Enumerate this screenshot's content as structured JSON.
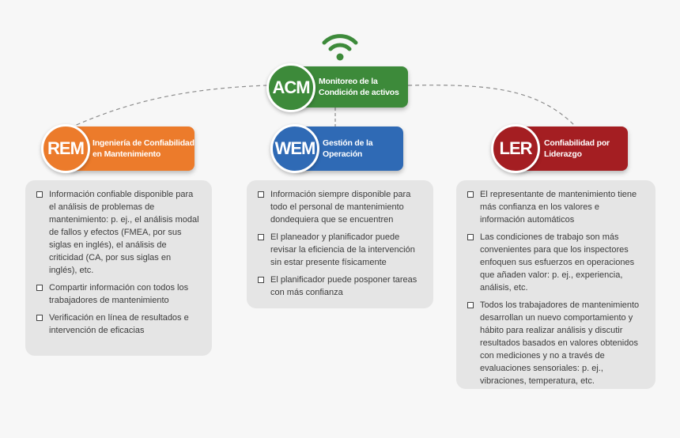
{
  "acm": {
    "abbr": "ACM",
    "label": "Monitoreo de la Condición de activos",
    "color": "#3d8a3a"
  },
  "rem": {
    "abbr": "REM",
    "label": "Ingeniería de Confiabilidad en Mantenimiento",
    "color": "#ec7b2b",
    "items": [
      "Información confiable disponible para el análisis de problemas de mantenimiento: p. ej., el análisis modal de fallos y efectos (FMEA, por sus siglas en inglés), el análisis de criticidad (CA, por sus siglas en inglés), etc.",
      "Compartir información con todos los trabajadores de mantenimiento",
      "Verificación en línea de resultados e intervención de eficacias"
    ]
  },
  "wem": {
    "abbr": "WEM",
    "label": "Gestión de la Operación",
    "color": "#2f6ab5",
    "items": [
      "Información siempre disponible para todo el personal de mantenimiento dondequiera que se encuentren",
      "El planeador y planificador puede revisar la eficiencia de la intervención sin estar presente físicamente",
      "El planificador puede posponer tareas con más confianza"
    ]
  },
  "ler": {
    "abbr": "LER",
    "label": "Confiabilidad por Liderazgo",
    "color": "#a41e22",
    "items": [
      "El representante de mantenimiento tiene más confianza en los valores e información automáticos",
      "Las condiciones de trabajo son más convenientes para que los inspectores enfoquen sus esfuerzos en operaciones que añaden valor: p. ej., experiencia, análisis, etc.",
      "Todos los trabajadores de mantenimiento desarrollan un nuevo comportamiento y hábito para realizar análisis y discutir resultados basados en valores obtenidos con mediciones y no a través de evaluaciones sensoriales: p. ej., vibraciones, temperatura, etc."
    ]
  },
  "icons": {
    "signal": "wifi-icon",
    "bullet": "checkbox-square-icon"
  }
}
